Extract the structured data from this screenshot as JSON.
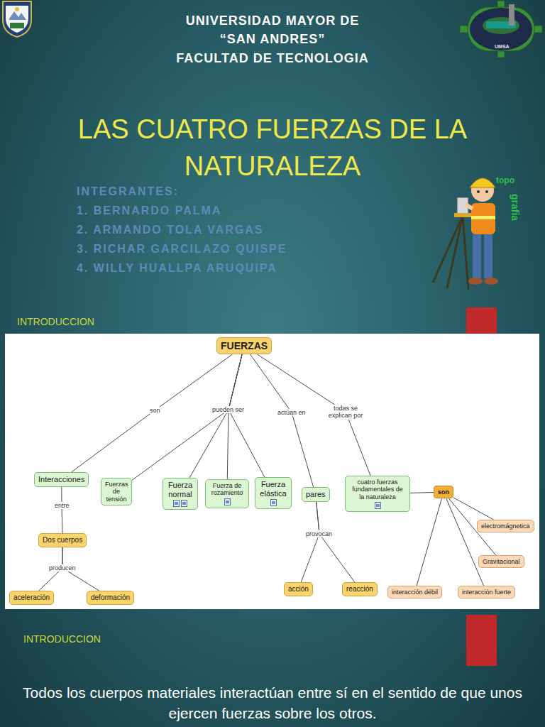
{
  "diagram": {
    "title": "LAS CUATRO FUERZAS DE LA NATURALEZA",
    "nodes": [
      {
        "text": [
          "FUERZAS"
        ]
      },
      {
        "text": [
          "Interacciones"
        ]
      },
      {
        "text": [
          "Fuerzas de tensión"
        ]
      },
      {
        "text": [
          "Fuerza normal"
        ]
      },
      {
        "text": [
          "Fuerza de rozamiento"
        ]
      },
      {
        "text": [
          "Fuerza elástica"
        ]
      },
      {
        "text": [
          "pares"
        ]
      },
      {
        "text": [
          "cuatro fuerzas fundamentales de la naturaleza"
        ]
      },
      {
        "text": [
          "son"
        ]
      },
      {
        "text": [
          "electromágnetica"
        ]
      },
      {
        "text": [
          "Dos cuerpos"
        ]
      },
      {
        "text": [
          "Gravitacional"
        ]
      },
      {
        "text": [
          "acción"
        ]
      },
      {
        "text": [
          "reacción"
        ]
      },
      {
        "text": [
          "interacción débil"
        ]
      },
      {
        "text": [
          "interacción fuerte"
        ]
      },
      {
        "text": [
          "aceleración"
        ]
      },
      {
        "text": [
          "deformación"
        ]
      }
    ],
    "edges": [
      {
        "from": 0,
        "to": 1,
        "label": "son",
        "arrow": "none"
      },
      {
        "from": 0,
        "to": 2,
        "label": "pueden ser",
        "arrow": "none"
      },
      {
        "from": 0,
        "to": 3,
        "arrow": "none"
      },
      {
        "from": 0,
        "to": 4,
        "arrow": "none"
      },
      {
        "from": 0,
        "to": 5,
        "arrow": "none"
      },
      {
        "from": 0,
        "to": 6,
        "label": "actúan en",
        "arrow": "none"
      },
      {
        "from": 0,
        "to": 7,
        "label": "todas se explican por",
        "arrow": "none"
      },
      {
        "from": 1,
        "to": 10,
        "label": "entre",
        "arrow": "none"
      },
      {
        "from": 10,
        "to": 16,
        "label": "producen",
        "arrow": "none"
      },
      {
        "from": 10,
        "to": 17,
        "arrow": "none"
      },
      {
        "from": 6,
        "to": 12,
        "label": "provocan",
        "arrow": "none"
      },
      {
        "from": 6,
        "to": 13,
        "arrow": "none"
      },
      {
        "from": 7,
        "to": 8,
        "arrow": "none"
      },
      {
        "from": 8,
        "to": 9,
        "arrow": "none"
      },
      {
        "from": 8,
        "to": 11,
        "arrow": "none"
      },
      {
        "from": 8,
        "to": 14,
        "arrow": "none"
      },
      {
        "from": 8,
        "to": 15,
        "arrow": "none"
      }
    ],
    "labels": [
      "UNIVERSIDAD MAYOR DE",
      "“SAN ANDRES”",
      "FACULTAD DE TECNOLOGIA",
      "INTEGRANTES:",
      "1. BERNARDO PALMA",
      "2. ARMANDO TOLA VARGAS",
      "3. RICHAR GARCILAZO QUISPE",
      "4. WILLY HUALLPA ARUQUIPA",
      "topo",
      "grafia",
      "INTRODUCCION",
      "INTRODUCCION",
      "UMSA",
      "Todos los cuerpos materiales interactúan entre sí en el sentido de que unos ejercen fuerzas sobre los otros."
    ]
  }
}
